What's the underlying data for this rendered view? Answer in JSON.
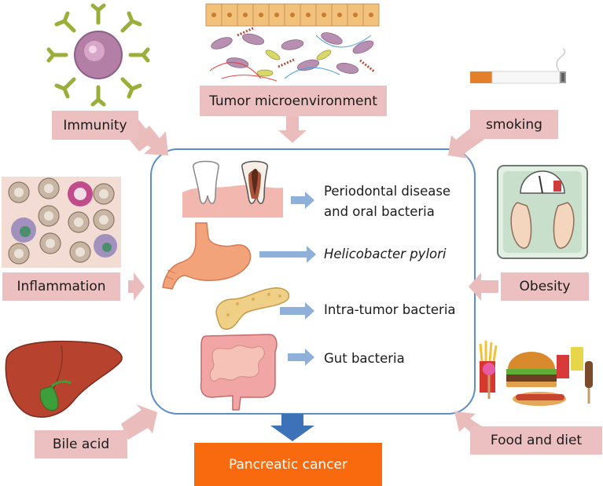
{
  "factors": {
    "immunity": "Immunity",
    "tumor_microenvironment": "Tumor microenvironment",
    "smoking": "smoking",
    "inflammation": "Inflammation",
    "obesity": "Obesity",
    "bile_acid": "Bile acid",
    "food_and_diet": "Food and diet"
  },
  "center": {
    "periodontal_line1": "Periodontal disease",
    "periodontal_line2": "and oral bacteria",
    "helicobacter": "Helicobacter pylori",
    "intra_tumor": "Intra-tumor bacteria",
    "gut": "Gut bacteria"
  },
  "outcome": {
    "label": "Pancreatic cancer"
  },
  "colors": {
    "label_fill": "#ecc0c0",
    "arrow_fill": "#ebbcbc",
    "center_border": "#5b8ec4",
    "small_arrow": "#8fb0d8",
    "down_arrow": "#3e72b8",
    "outcome_fill": "#f96a0e"
  }
}
